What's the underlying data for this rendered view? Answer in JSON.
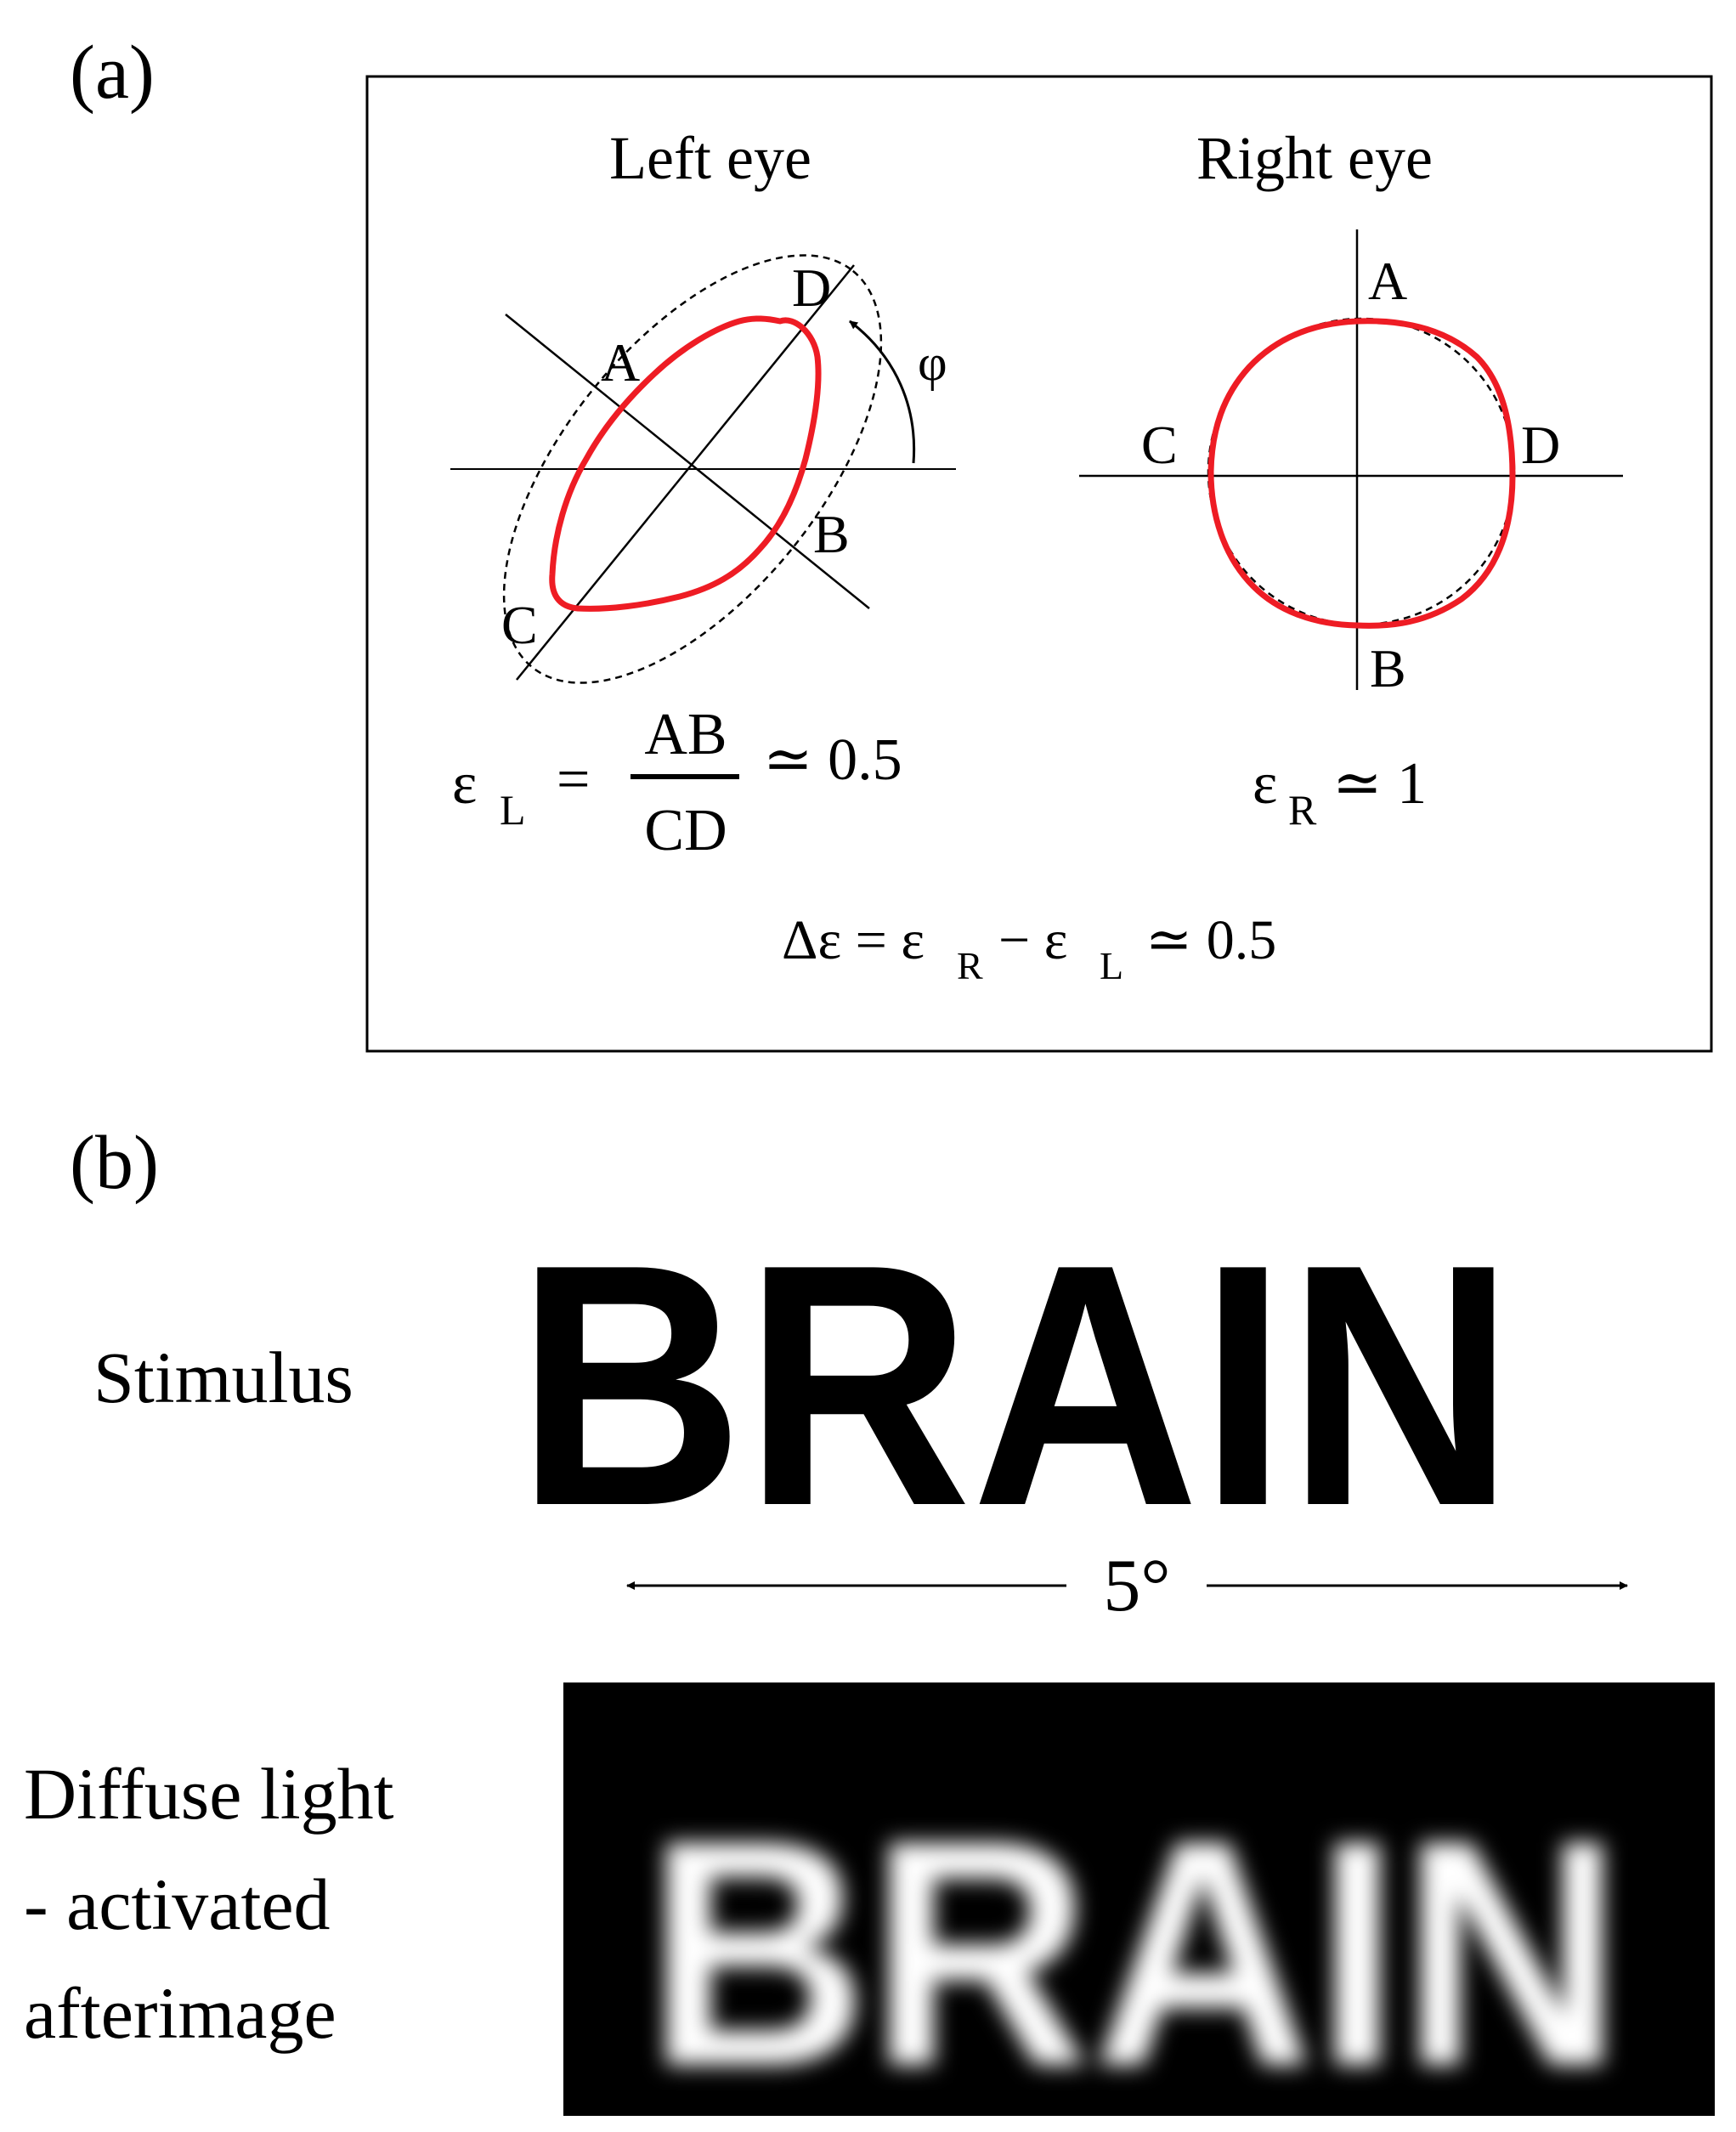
{
  "panel_a": {
    "label": "(a)",
    "left_eye": {
      "title": "Left eye",
      "points": {
        "A": "A",
        "B": "B",
        "C": "C",
        "D": "D"
      },
      "angle_symbol": "φ",
      "eq_lhs": "ε",
      "eq_lhs_sub": "L",
      "eq_equals": "=",
      "eq_numerator": "AB",
      "eq_denominator": "CD",
      "eq_rhs": "≃ 0.5"
    },
    "right_eye": {
      "title": "Right eye",
      "points": {
        "A": "A",
        "B": "B",
        "C": "C",
        "D": "D"
      },
      "eq_lhs": "ε",
      "eq_lhs_sub": "R",
      "eq_rhs": "≃ 1"
    },
    "delta": {
      "part1": "Δε = ε",
      "sub_r": "R",
      "part2": "− ε",
      "sub_l": "L",
      "part3": "≃ 0.5"
    },
    "colors": {
      "measured_curve": "#ee1c24",
      "fit_curve": "#000000"
    }
  },
  "panel_b": {
    "label": "(b)",
    "stimulus_label": "Stimulus",
    "stimulus_word": "BRAIN",
    "angle_label": "5°",
    "afterimage_label_lines": [
      "Diffuse light",
      "- activated",
      "afterimage"
    ],
    "afterimage_word": "BRAIN"
  }
}
